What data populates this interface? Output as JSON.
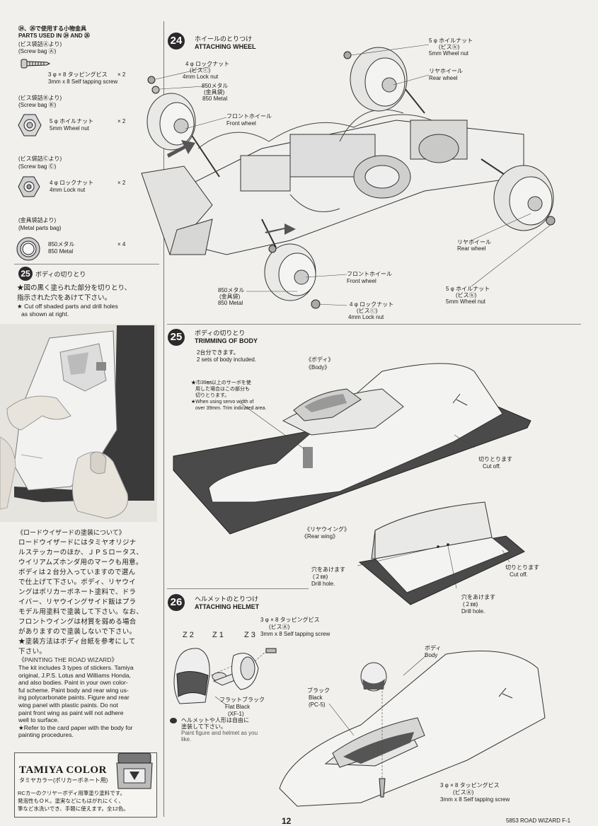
{
  "parts_used": {
    "heading_jp": "㉔、㉖で使用する小物金具",
    "heading_en": "PARTS USED IN ㉔ AND ㉖",
    "groups": [
      {
        "bag_jp": "(ビス袋詰Ⓐより)",
        "bag_en": "(Screw bag Ⓐ)",
        "name_jp": "3 φ × 8 タッピングビス",
        "name_en": "3mm x 8 Self tapping screw",
        "qty": "× 2"
      },
      {
        "bag_jp": "(ビス袋詰Ⓑより)",
        "bag_en": "(Screw bag Ⓑ)",
        "name_jp": "5 φ ホイルナット",
        "name_en": "5mm Wheel nut",
        "qty": "× 2"
      },
      {
        "bag_jp": "(ビス袋詰Ⓒより)",
        "bag_en": "(Screw bag Ⓒ)",
        "name_jp": "4 φ ロックナット",
        "name_en": "4mm Lock nut",
        "qty": "× 2"
      },
      {
        "bag_jp": "(金具袋詰より)",
        "bag_en": "(Metal parts bag)",
        "name_jp": "850メタル",
        "name_en": "850 Metal",
        "qty": "× 4"
      }
    ]
  },
  "step25_left": {
    "num": "25",
    "title_jp": "ボディの切りとり",
    "line1_jp": "★図の黒く塗られた部分を切りとり、",
    "line2_jp": "指示された穴をあけて下さい。",
    "line1_en": "★ Cut off shaded parts and drill holes",
    "line2_en": "as shown at right."
  },
  "painting": {
    "heading_jp": "《ロードウイザードの塗装について》",
    "lines_jp": [
      "ロードウイザードにはタミヤオリジナ",
      "ルステッカーのほか、ＪＰＳロータス、",
      "ウイリアムズホンダ用のマークも用意。",
      "ボディは２台分入っていますので選ん",
      "で仕上げて下さい。ボディ、リヤウイ",
      "ングはポリカーボネート塗料で、ドラ",
      "イバー、リヤウイングサイド飯はプラ",
      "モデル用塗料で塗装して下さい。なお、",
      "フロントウイングは材質を弱める場合",
      "がありますので塗装しないで下さい。",
      "★塗装方法はボディ台紙を参考にして",
      "下さい。"
    ],
    "heading_en": "《PAINTING THE ROAD WIZARD》",
    "lines_en": [
      "The kit includes 3 types of stickers. Tamiya",
      "original, J.P.S. Lotus and Williams Honda,",
      "and also bodies. Paint in your own color-",
      "ful scheme. Paint body and rear wing us-",
      "ing polycarbonate paints. Figure and rear",
      "wing panel with plastic paints. Do not",
      "paint front wing as paint will not adhere",
      "well to surface.",
      "★Refer to the card paper with the body for",
      "painting procedures."
    ]
  },
  "tamiya_color": {
    "brand": "TAMIYA COLOR",
    "sub_jp": "タミヤカラー(ポリカーボネート用)",
    "desc": [
      "RCカーのクリヤーボディ用筆塗り塗料です。",
      "発泡性もＯＫ。塗実などにもはがれにくく、",
      "筆など水洗いでき、手軽に使えます。全12色。"
    ]
  },
  "step24": {
    "num": "24",
    "title_jp": "ホイールのとりつけ",
    "title_en": "ATTACHING WHEEL",
    "labels": {
      "lock_nut_jp": "4 φ ロックナット",
      "lock_nut_bag": "(ビスⓒ)",
      "lock_nut_en": "4mm Lock nut",
      "metal_jp": "850メタル",
      "metal_bag": "(金具袋)",
      "metal_en": "850 Metal",
      "front_wheel_jp": "フロントホイール",
      "front_wheel_en": "Front wheel",
      "wheel_nut_jp": "5 φ ホイルナット",
      "wheel_nut_bag": "(ビスⓑ)",
      "wheel_nut_en": "5mm Wheel nut",
      "rear_wheel_jp": "リヤホイール",
      "rear_wheel_en": "Rear wheel"
    }
  },
  "step25": {
    "num": "25",
    "title_jp": "ボディの切りとり",
    "title_en": "TRIMMING OF BODY",
    "sets_jp": "2台分できます。",
    "sets_en": "2 sets of body included.",
    "body_jp": "《ボディ》",
    "body_en": "《Body》",
    "servo_jp1": "★巾39㎜以上のサーボを使",
    "servo_jp2": "用した場合はこの部分も",
    "servo_jp3": "切りとります。",
    "servo_en1": "★When using servo width of",
    "servo_en2": "over 39mm. Trim indicated area.",
    "cutoff_jp": "切りとります",
    "cutoff_en": "Cut off.",
    "rearwing_jp": "《リヤウイング》",
    "rearwing_en": "《Rear wing》",
    "drill_jp": "穴をあけます",
    "drill_mm": "(２㎜)",
    "drill_en": "Drill hole."
  },
  "step26": {
    "num": "26",
    "title_jp": "ヘルメットのとりつけ",
    "title_en": "ATTACHING HELMET",
    "screw_jp": "3 φ × 8 タッピングビス",
    "screw_bag": "(ビスⒶ)",
    "screw_en": "3mm x 8 Self tapping screw",
    "z2": "Z 2",
    "z1": "Z 1",
    "z3": "Z 3",
    "flat_black_jp": "フラットブラック",
    "flat_black_en": "Flat Black",
    "flat_black_code": "(XF-1)",
    "paint_note_jp1": "ヘルメットや人形は自由に",
    "paint_note_jp2": "塗装して下さい。",
    "paint_note_en1": "Paint figure and helmet as you",
    "paint_note_en2": "like.",
    "black_jp": "ブラック",
    "black_en": "Black",
    "black_code": "(PC-5)",
    "body_jp": "ボディ",
    "body_en": "Body"
  },
  "footer": {
    "page": "12",
    "model": "5853 ROAD WIZARD F-1"
  }
}
